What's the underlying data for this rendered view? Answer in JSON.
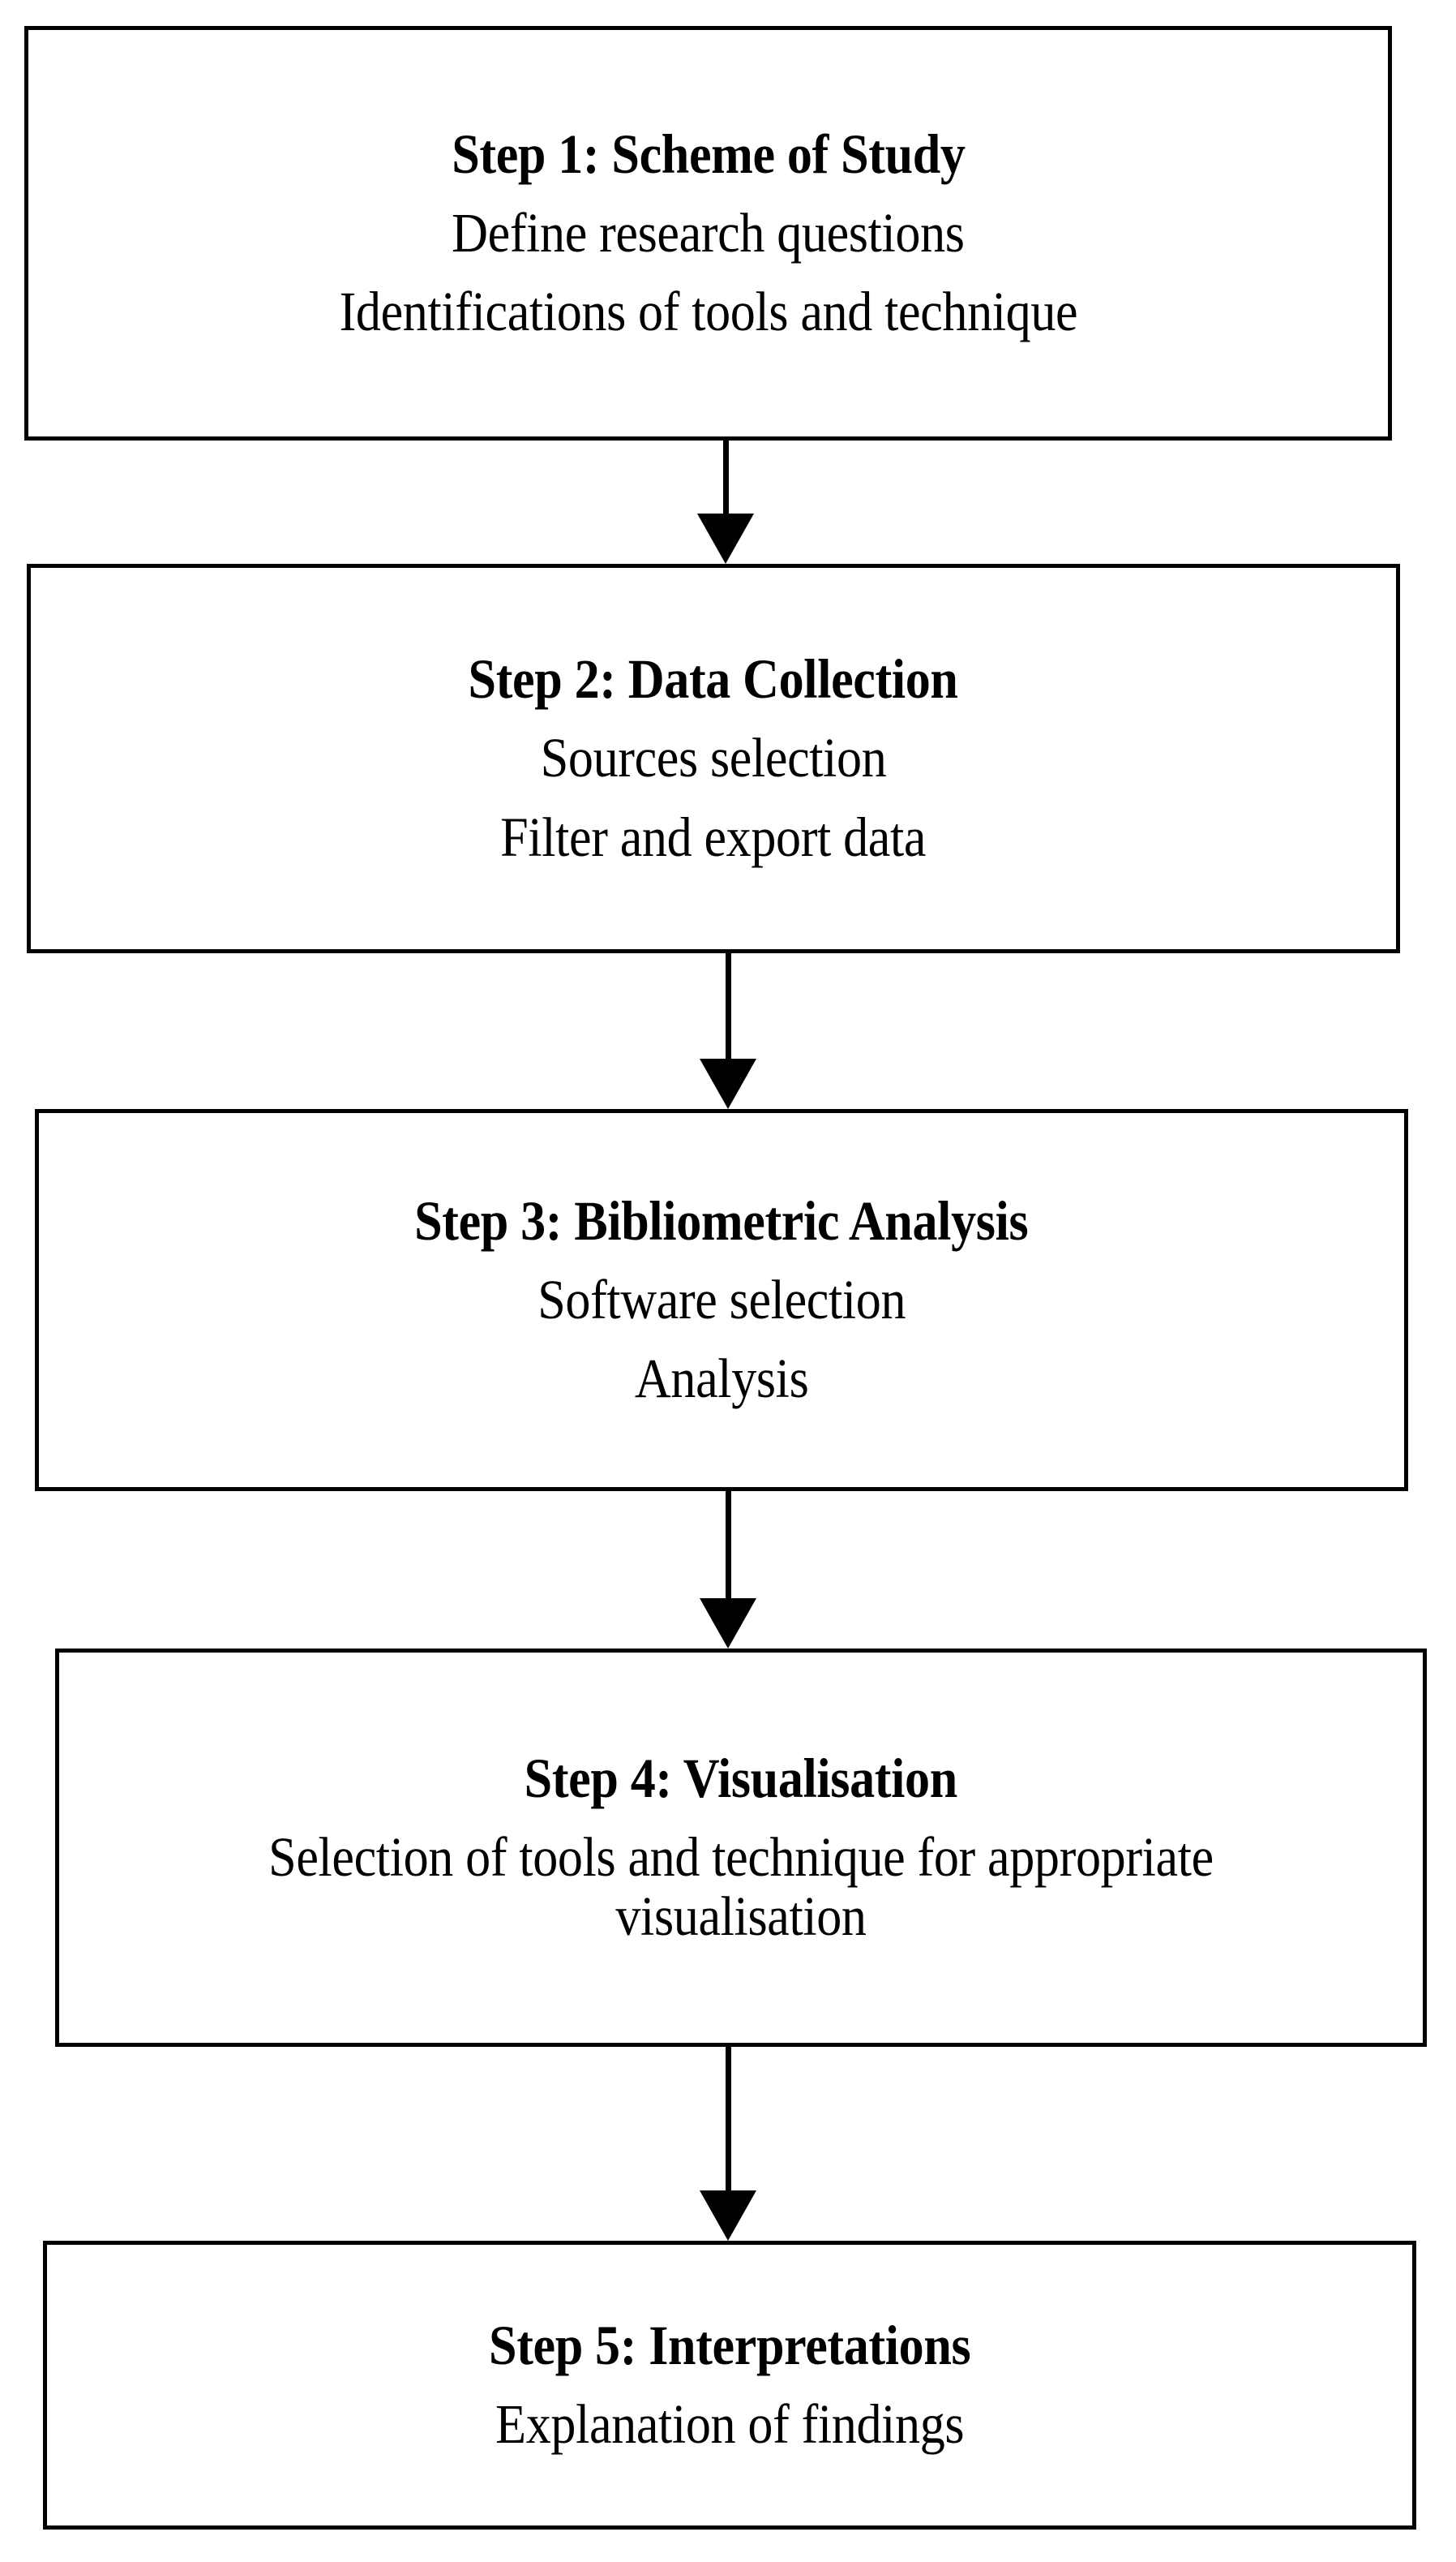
{
  "diagram": {
    "type": "flowchart",
    "orientation": "vertical",
    "title": "Research methodology steps flowchart",
    "stroke_color": "#000000",
    "fill_color": "#ffffff",
    "steps": [
      {
        "id": "step-1",
        "title": "Step 1: Scheme of Study",
        "lines": [
          "Define research questions",
          "Identifications of tools and technique"
        ]
      },
      {
        "id": "step-2",
        "title": "Step 2: Data Collection",
        "lines": [
          "Sources selection",
          "Filter and export data"
        ]
      },
      {
        "id": "step-3",
        "title": "Step 3: Bibliometric Analysis",
        "lines": [
          "Software selection",
          "Analysis"
        ]
      },
      {
        "id": "step-4",
        "title": "Step 4: Visualisation",
        "lines": [
          "Selection of tools and technique for appropriate visualisation"
        ]
      },
      {
        "id": "step-5",
        "title": "Step 5: Interpretations",
        "lines": [
          "Explanation of findings"
        ]
      }
    ],
    "connectors": [
      {
        "id": "arrow-1-2",
        "from": "step-1",
        "to": "step-2",
        "icon": "down-arrow-icon"
      },
      {
        "id": "arrow-2-3",
        "from": "step-2",
        "to": "step-3",
        "icon": "down-arrow-icon"
      },
      {
        "id": "arrow-3-4",
        "from": "step-3",
        "to": "step-4",
        "icon": "down-arrow-icon"
      },
      {
        "id": "arrow-4-5",
        "from": "step-4",
        "to": "step-5",
        "icon": "down-arrow-icon"
      }
    ]
  }
}
